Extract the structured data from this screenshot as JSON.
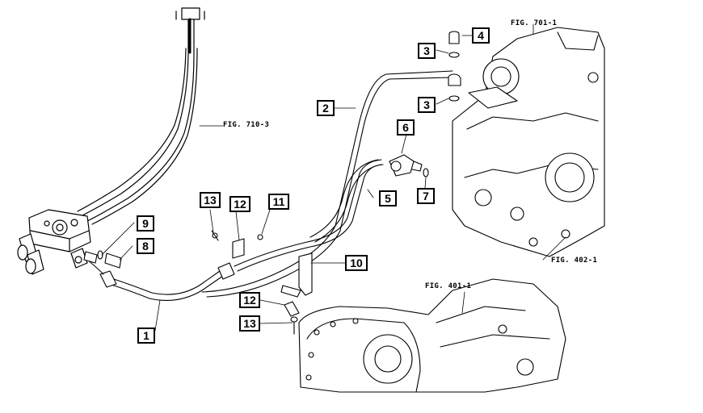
{
  "figure_refs": {
    "fig710": "FIG. 710-3",
    "fig701": "FIG. 701-1",
    "fig402": "FIG. 402-1",
    "fig401": "FIG. 401-1"
  },
  "callouts": {
    "c1": "1",
    "c2": "2",
    "c3a": "3",
    "c3b": "3",
    "c4": "4",
    "c5": "5",
    "c6": "6",
    "c7": "7",
    "c8": "8",
    "c9": "9",
    "c10": "10",
    "c11": "11",
    "c12a": "12",
    "c12b": "12",
    "c13a": "13",
    "c13b": "13"
  }
}
